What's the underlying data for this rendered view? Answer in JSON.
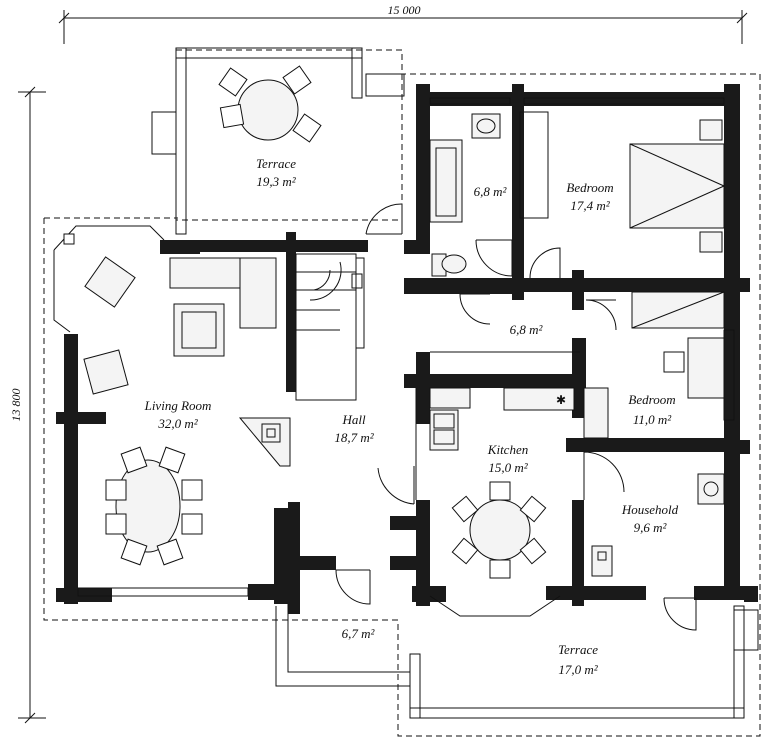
{
  "dimensions": {
    "width": "15 000",
    "height": "13 800"
  },
  "rooms": {
    "terrace_top": {
      "name": "Terrace",
      "area": "19,3 m²"
    },
    "bath": {
      "area": "6,8 m²"
    },
    "bedroom_top": {
      "name": "Bedroom",
      "area": "17,4 m²"
    },
    "corridor": {
      "area": "6,8 m²"
    },
    "living": {
      "name": "Living Room",
      "area": "32,0 m²"
    },
    "hall": {
      "name": "Hall",
      "area": "18,7 m²"
    },
    "kitchen": {
      "name": "Kitchen",
      "area": "15,0 m²"
    },
    "bedroom_mid": {
      "name": "Bedroom",
      "area": "11,0 m²"
    },
    "household": {
      "name": "Household",
      "area": "9,6 m²"
    },
    "porch": {
      "area": "6,7 m²"
    },
    "terrace_bottom": {
      "name": "Terrace",
      "area": "17,0 m²"
    }
  }
}
